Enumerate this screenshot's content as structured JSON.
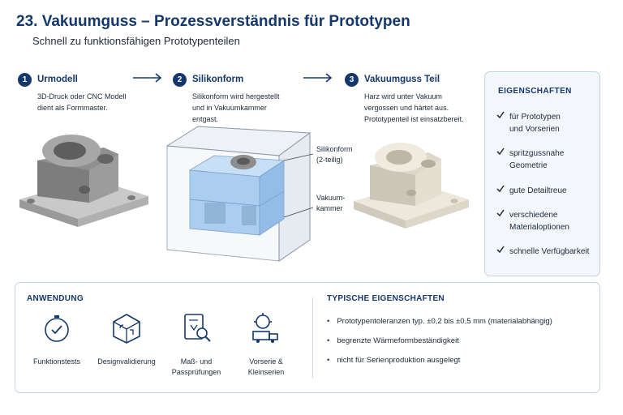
{
  "header": {
    "title": "23. Vakuumguss – Prozessverständnis für Prototypen",
    "subtitle": "Schnell zu funktionsfähigen Prototypenteilen"
  },
  "steps": [
    {
      "number": "1",
      "title": "Urmodell",
      "lines": [
        "3D-Druck oder CNC Modell",
        "dient als Formmaster."
      ]
    },
    {
      "number": "2",
      "title": "Silikonform",
      "lines": [
        "Silikonform wird hergestellt",
        "und in Vakuumkammer",
        "entgast."
      ]
    },
    {
      "number": "3",
      "title": "Vakuumguss Teil",
      "lines": [
        "Harz wird unter Vakuum",
        "vergossen und härtet aus.",
        "Prototypenteil ist einsatzbereit."
      ]
    }
  ],
  "callouts": {
    "mold": [
      "Silikonform",
      "(2-teilig)"
    ],
    "chamber": [
      "Vakuum-",
      "kammer"
    ]
  },
  "properties": {
    "heading": "EIGENSCHAFTEN",
    "items": [
      [
        "für Prototypen",
        "und Vorserien"
      ],
      [
        "spritzgussnahe",
        "Geometrie"
      ],
      [
        "gute Detailtreue"
      ],
      [
        "verschiedene",
        "Materialoptionen"
      ],
      [
        "schnelle Verfügbarkeit"
      ]
    ]
  },
  "application": {
    "heading": "ANWENDUNG",
    "items": [
      {
        "icon": "stopwatch-icon",
        "lines": [
          "Funktionstests"
        ]
      },
      {
        "icon": "design-cube-icon",
        "lines": [
          "Designvalidierung"
        ]
      },
      {
        "icon": "magnifier-document-icon",
        "lines": [
          "Maß- und",
          "Passprüfungen"
        ]
      },
      {
        "icon": "series-production-icon",
        "lines": [
          "Vorserie &",
          "Kleinserien"
        ]
      }
    ]
  },
  "typical": {
    "heading": "TYPISCHE EIGENSCHAFTEN",
    "items": [
      "Prototypentoleranzen typ. ±0,2 bis ±0,5 mm (materialabhängig)",
      "begrenzte Wärmeformbeständigkeit",
      "nicht für Serienproduktion ausgelegt"
    ]
  },
  "colors": {
    "accent": "#14386b",
    "panel": "#f3f6fb",
    "border": "#c5d2e3",
    "check": "#1d2a3a"
  }
}
